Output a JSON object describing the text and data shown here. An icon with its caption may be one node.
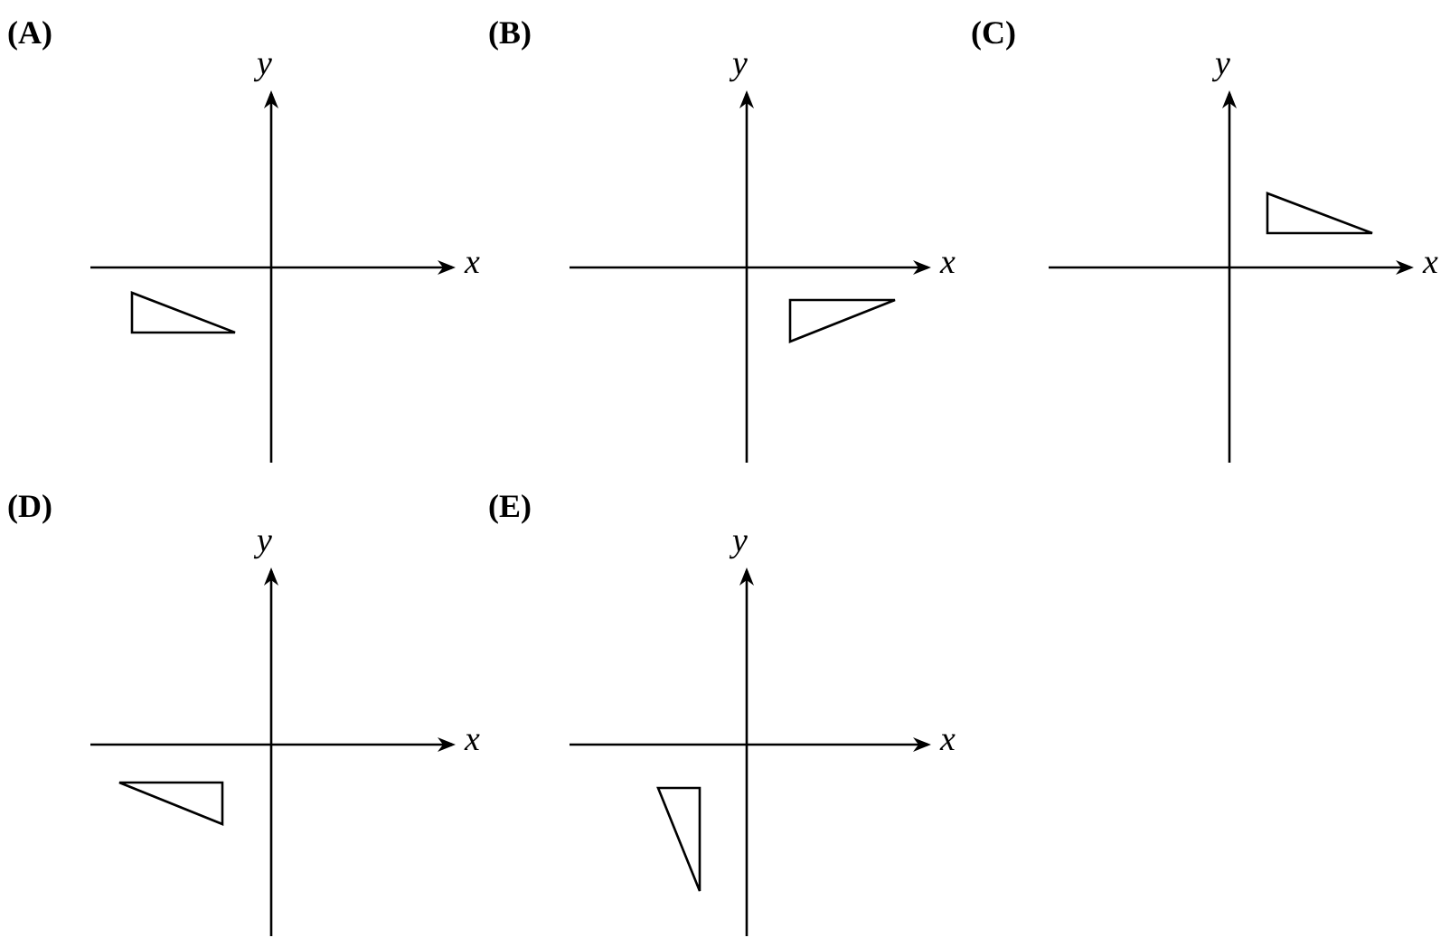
{
  "diagram": {
    "labels": [
      "(A)",
      "y",
      "x",
      "(B)",
      "y",
      "x",
      "(C)",
      "y",
      "x",
      "(D)",
      "y",
      "x",
      "(E)",
      "y",
      "x"
    ]
  }
}
